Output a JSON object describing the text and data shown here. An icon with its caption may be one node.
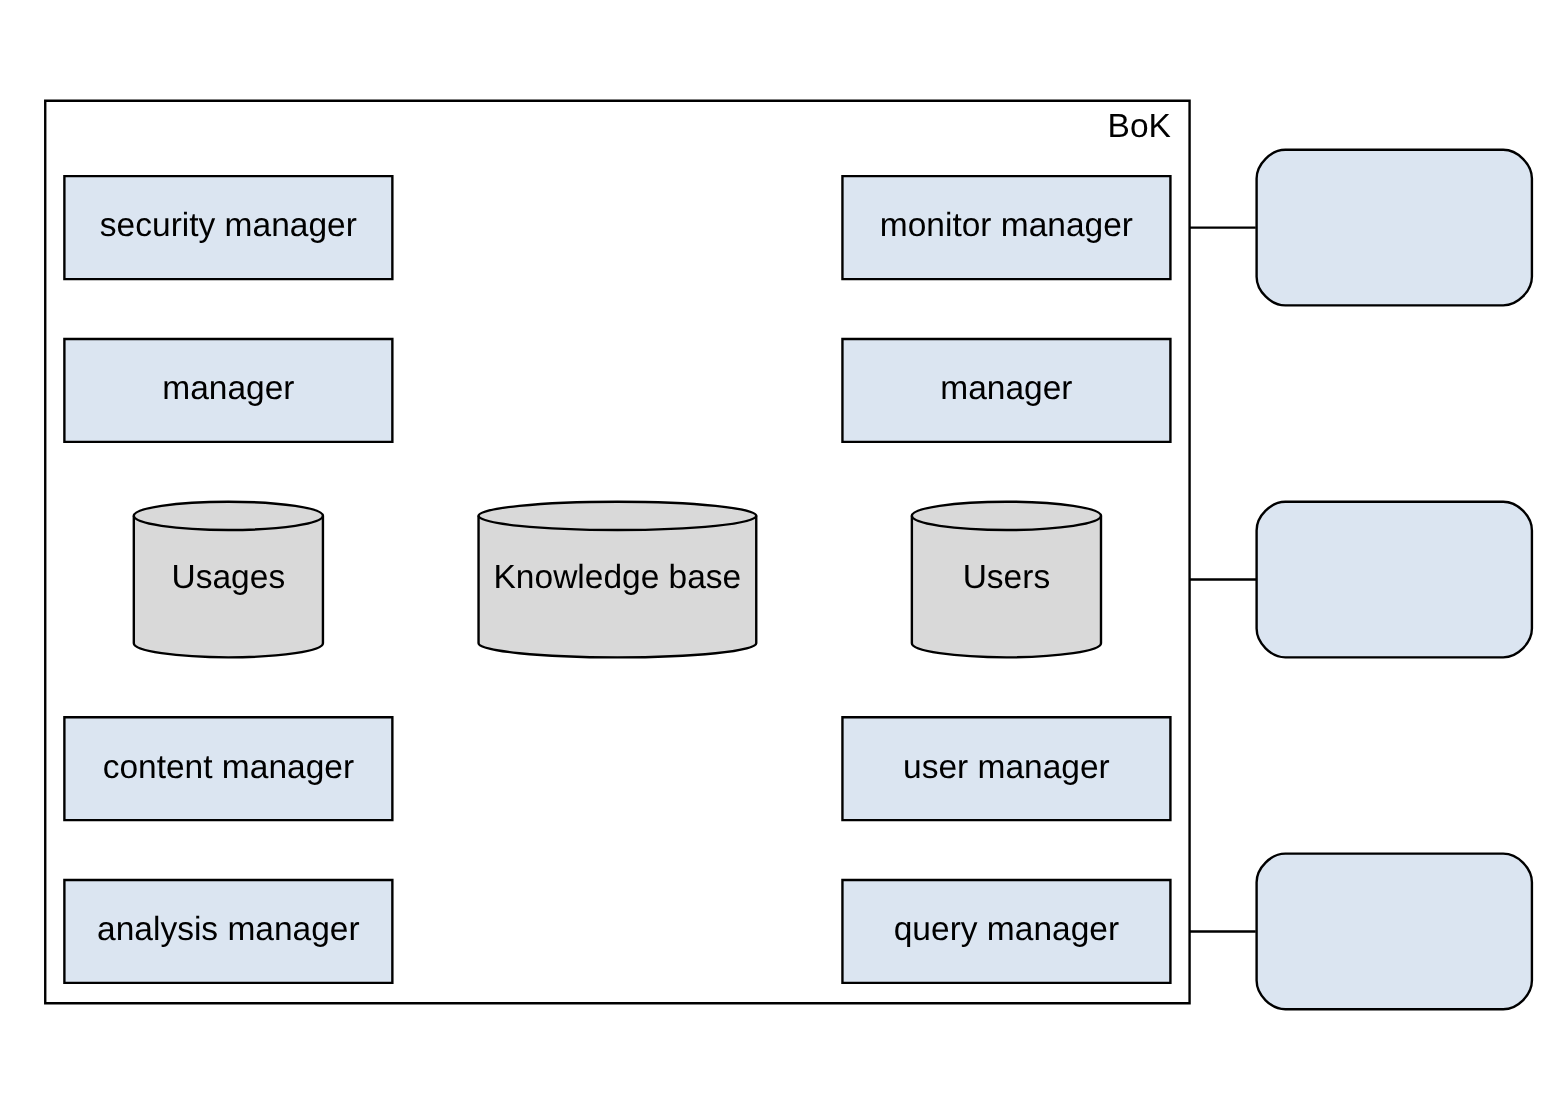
{
  "diagram": {
    "nodes": [
      {
        "text": [
          "BoK"
        ]
      },
      {
        "text": [
          "security manager"
        ],
        "in": 0
      },
      {
        "text": [
          "monitor manager"
        ],
        "in": 0
      },
      {
        "text": [
          "manager"
        ],
        "in": 0
      },
      {
        "text": [
          "manager"
        ],
        "in": 0
      },
      {
        "text": [
          "Usages"
        ],
        "in": 0
      },
      {
        "text": [
          "Knowledge base"
        ],
        "in": 0
      },
      {
        "text": [
          "Users"
        ],
        "in": 0
      },
      {
        "text": [
          "content manager"
        ],
        "in": 0
      },
      {
        "text": [
          "user manager"
        ],
        "in": 0
      },
      {
        "text": [
          "analysis manager"
        ],
        "in": 0
      },
      {
        "text": [
          "query manager"
        ],
        "in": 0
      },
      {
        "text": [],
        "shape": "box"
      },
      {
        "text": [],
        "shape": "box"
      },
      {
        "text": [],
        "shape": "box"
      }
    ],
    "edges": [
      {
        "from": 0,
        "to": 12,
        "arrow": "none"
      },
      {
        "from": 0,
        "to": 13,
        "arrow": "none"
      },
      {
        "from": 0,
        "to": 14,
        "arrow": "none"
      }
    ]
  }
}
